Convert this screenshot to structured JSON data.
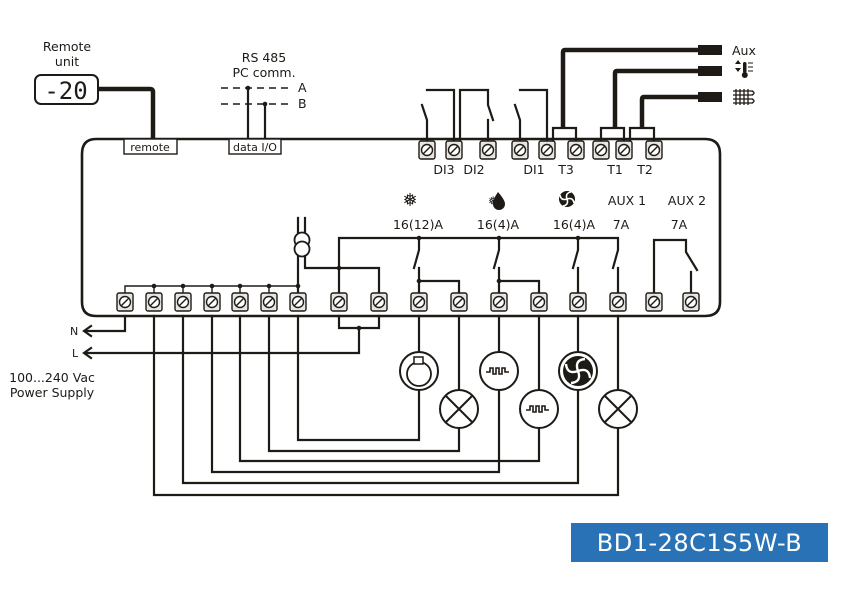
{
  "diagram": {
    "remote_unit": {
      "label_line1": "Remote",
      "label_line2": "unit",
      "display_value": "-20"
    },
    "rs485": {
      "label_line1": "RS 485",
      "label_line2": "PC comm.",
      "line_a": "A",
      "line_b": "B"
    },
    "controller_ports": {
      "remote": "remote",
      "data_io": "data I/O"
    },
    "inputs": {
      "labels": [
        "DI3",
        "DI2",
        "DI1",
        "T3",
        "T1",
        "T2"
      ]
    },
    "sensors": [
      {
        "name": "Aux",
        "icon": "text"
      },
      {
        "name": "room-temperature-probe",
        "icon": "thermometer-icon"
      },
      {
        "name": "evaporator-probe",
        "icon": "evaporator-coil-icon"
      }
    ],
    "relays": [
      {
        "icon": "snowflake-icon",
        "rating": "16(12)A"
      },
      {
        "icon": "defrost-icon",
        "rating": "16(4)A"
      },
      {
        "icon": "fan-icon",
        "rating": "16(4)A"
      },
      {
        "label": "AUX 1",
        "rating": "7A"
      },
      {
        "label": "AUX 2",
        "rating": "7A"
      }
    ],
    "power": {
      "neutral": "N",
      "line": "L",
      "supply_line1": "100...240 Vac",
      "supply_line2": "Power Supply"
    },
    "loads": [
      "compressor",
      "light-1",
      "defrost-heater-1",
      "defrost-heater-2",
      "fan",
      "light-2"
    ],
    "model": "BD1-28C1S5W-B"
  }
}
